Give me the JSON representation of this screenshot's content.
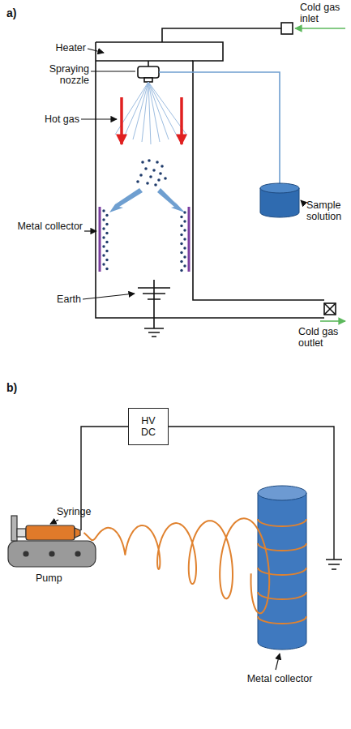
{
  "diagram": {
    "nodes": [
      {
        "text": [
          "HV DC"
        ]
      }
    ],
    "labels": [
      "a)",
      "Cold gas inlet",
      "Heater",
      "Spraying nozzle",
      "Hot gas",
      "Sample solution",
      "Metal collector",
      "Earth",
      "Cold gas outlet",
      "b)",
      "Syringe",
      "Pump",
      "Metal collector"
    ]
  }
}
